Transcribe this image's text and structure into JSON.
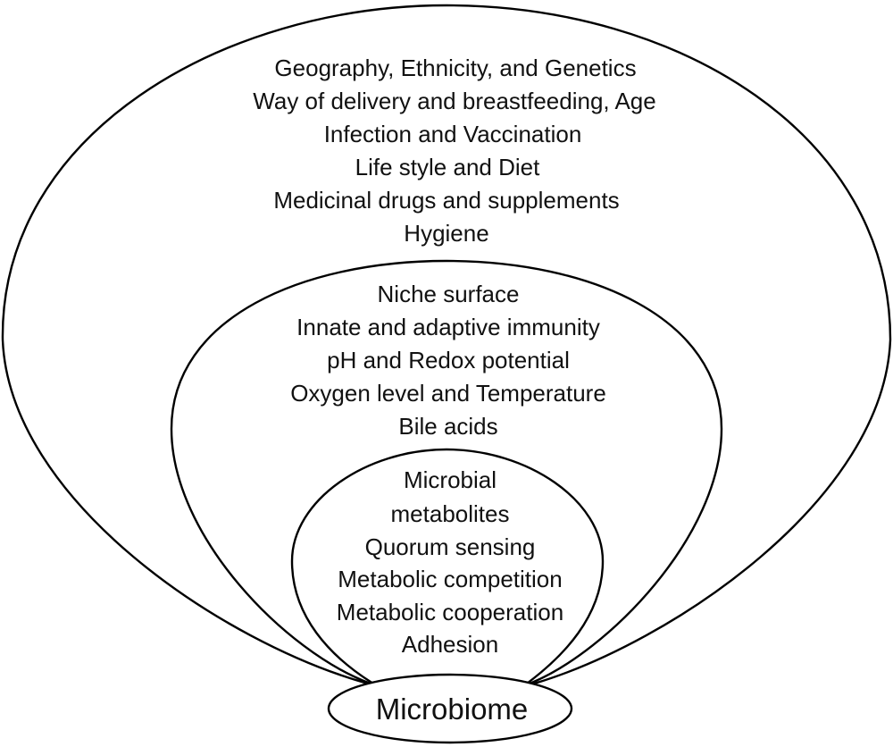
{
  "diagram": {
    "outer_layer": {
      "items": [
        "Geography, Ethnicity, and Genetics",
        "Way of delivery and breastfeeding, Age",
        "Infection and Vaccination",
        "Life style and Diet",
        "Medicinal drugs and supplements",
        "Hygiene"
      ]
    },
    "middle_layer": {
      "items": [
        "Niche surface",
        "Innate and adaptive immunity",
        "pH and Redox potential",
        "Oxygen level and Temperature",
        "Bile acids"
      ]
    },
    "inner_layer": {
      "items": [
        "Microbial",
        "metabolites",
        "Quorum sensing",
        "Metabolic competition",
        "Metabolic cooperation",
        "Adhesion"
      ]
    },
    "core": {
      "label": "Microbiome"
    },
    "stroke_color": "#000000",
    "text_color": "#111111",
    "background_color": "#ffffff"
  }
}
